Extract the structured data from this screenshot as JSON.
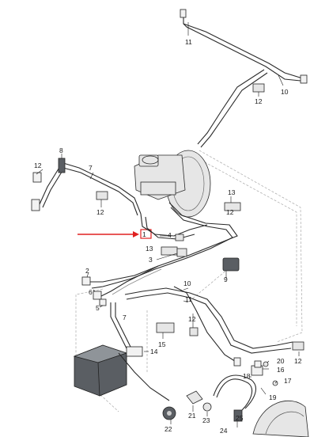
{
  "callouts": {
    "c1": "1",
    "c2": "2",
    "c3": "3",
    "c4": "4",
    "c5": "5",
    "c6": "6",
    "c7a": "7",
    "c7b": "7",
    "c8": "8",
    "c9": "9",
    "c10a": "10",
    "c10b": "10",
    "c11a": "11",
    "c11b": "11",
    "c12a": "12",
    "c12b": "12",
    "c12c": "12",
    "c12d": "12",
    "c12e": "12",
    "c12f": "12",
    "c13a": "13",
    "c13b": "13",
    "c14": "14",
    "c15": "15",
    "c16": "16",
    "c17": "17",
    "c18": "18",
    "c19": "19",
    "c20": "20",
    "c21": "21",
    "c22": "22",
    "c23": "23",
    "c24": "24",
    "c25": "25"
  },
  "colors": {
    "highlight": "#e02020",
    "line": "#2a2a2a",
    "guide": "#9a9a9a"
  }
}
